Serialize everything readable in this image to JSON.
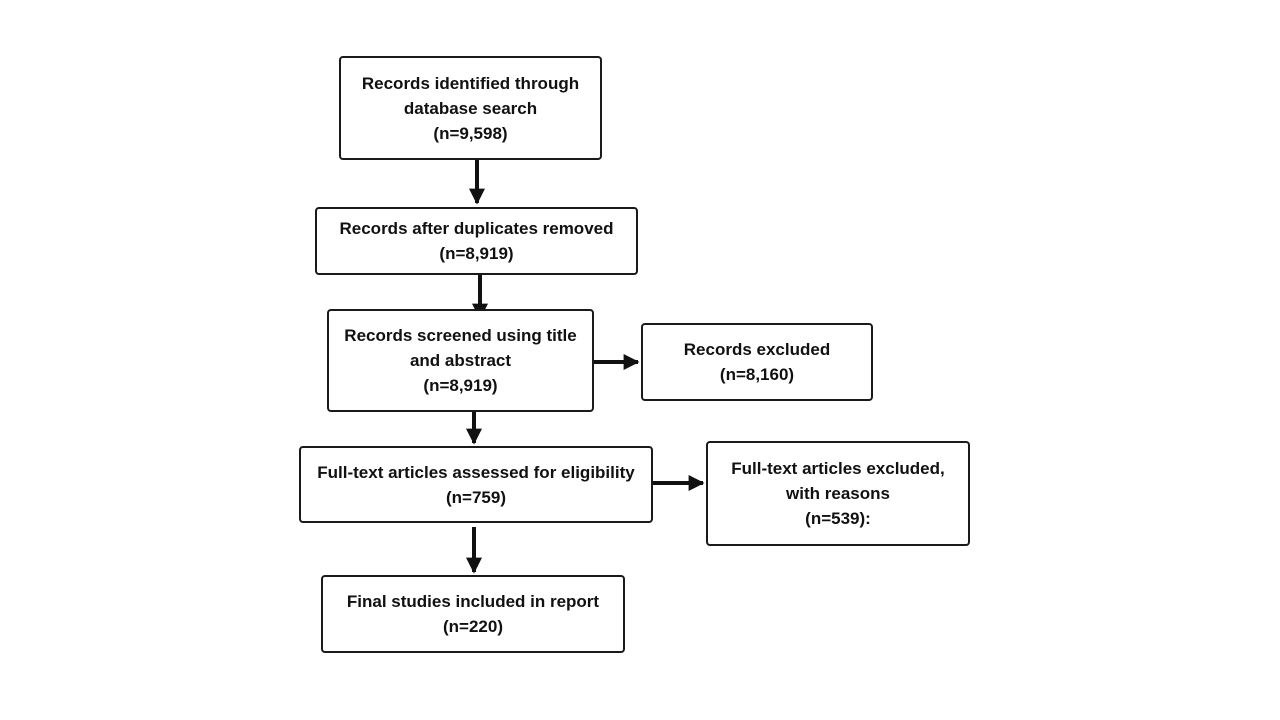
{
  "diagram": {
    "nodes": [
      {
        "id": "identified",
        "lines": [
          "Records identified through",
          "database search"
        ],
        "count": "(n=9,598)"
      },
      {
        "id": "deduplicated",
        "lines": [
          "Records after duplicates removed"
        ],
        "count": "(n=8,919)"
      },
      {
        "id": "screened",
        "lines": [
          "Records screened using title",
          "and abstract"
        ],
        "count": "(n=8,919)"
      },
      {
        "id": "excluded",
        "lines": [
          "Records excluded"
        ],
        "count": "(n=8,160)"
      },
      {
        "id": "fulltext",
        "lines": [
          "Full-text articles assessed for eligibility"
        ],
        "count": "(n=759)"
      },
      {
        "id": "fulltext-excluded",
        "lines": [
          "Full-text articles excluded,",
          "with reasons"
        ],
        "count": "(n=539):"
      },
      {
        "id": "included",
        "lines": [
          "Final studies included in report"
        ],
        "count": "(n=220)"
      }
    ],
    "edges": [
      {
        "from": "identified",
        "to": "deduplicated"
      },
      {
        "from": "deduplicated",
        "to": "screened"
      },
      {
        "from": "screened",
        "to": "fulltext"
      },
      {
        "from": "screened",
        "to": "excluded"
      },
      {
        "from": "fulltext",
        "to": "included"
      },
      {
        "from": "fulltext",
        "to": "fulltext-excluded"
      }
    ]
  }
}
